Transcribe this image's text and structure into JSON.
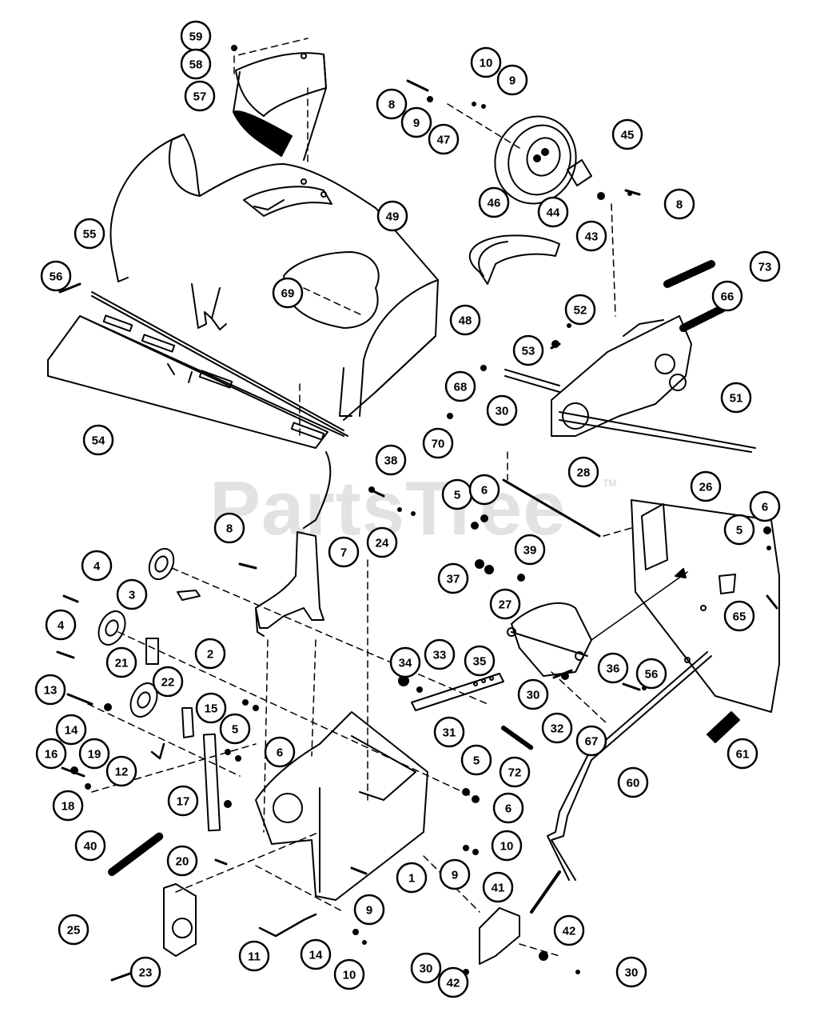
{
  "watermark": {
    "text": "PartsTree",
    "mark": "TM"
  },
  "callout_numbers": [
    "59",
    "58",
    "57",
    "10",
    "9",
    "8",
    "9",
    "47",
    "46",
    "44",
    "43",
    "45",
    "8",
    "55",
    "56",
    "49",
    "69",
    "48",
    "73",
    "66",
    "52",
    "53",
    "51",
    "54",
    "70",
    "68",
    "30",
    "38",
    "28",
    "26",
    "6",
    "5",
    "65",
    "8",
    "7",
    "24",
    "5",
    "6",
    "37",
    "39",
    "4",
    "3",
    "2",
    "4",
    "27",
    "34",
    "33",
    "35",
    "36",
    "56",
    "21",
    "22",
    "13",
    "14",
    "15",
    "30",
    "31",
    "5",
    "6",
    "67",
    "32",
    "72",
    "60",
    "61",
    "16",
    "19",
    "12",
    "17",
    "18",
    "5",
    "6",
    "40",
    "20",
    "1",
    "9",
    "10",
    "25",
    "23",
    "11",
    "41",
    "9",
    "14",
    "10",
    "42",
    "30",
    "42",
    "30"
  ]
}
